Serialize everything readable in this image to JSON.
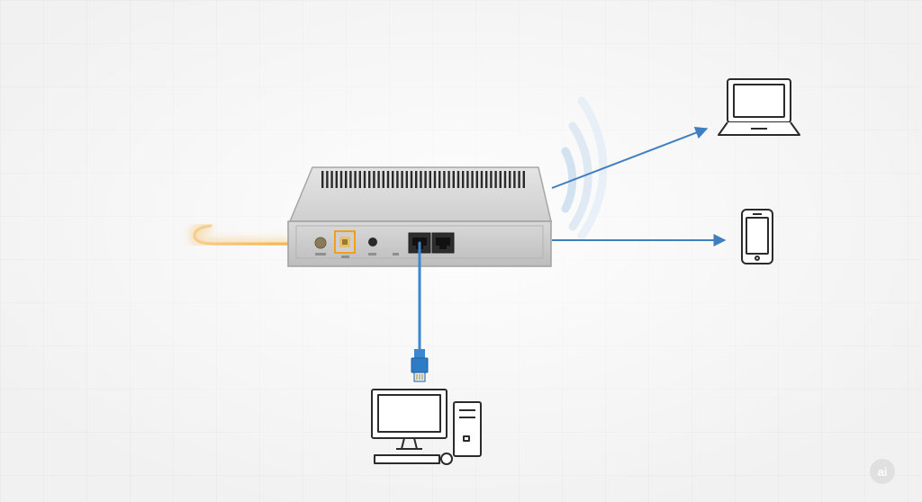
{
  "diagram": {
    "title": "",
    "nodes": [
      {
        "id": "router",
        "kind": "router",
        "icon": "router-icon"
      },
      {
        "id": "laptop",
        "kind": "laptop",
        "icon": "laptop-icon"
      },
      {
        "id": "phone",
        "kind": "smartphone",
        "icon": "smartphone-icon"
      },
      {
        "id": "desktop",
        "kind": "desktop-computer",
        "icon": "desktop-computer-icon"
      }
    ],
    "links": [
      {
        "from": "router",
        "to": "laptop",
        "type": "wireless"
      },
      {
        "from": "router",
        "to": "phone",
        "type": "wireless"
      },
      {
        "from": "router",
        "to": "desktop",
        "type": "ethernet"
      },
      {
        "from": "wan",
        "to": "router",
        "type": "fiber-input"
      }
    ],
    "ports": [
      "power",
      "fiber",
      "button",
      "lan-1",
      "lan-2"
    ]
  },
  "colors": {
    "background": "#f1f1f1",
    "device": "#d4d4d4",
    "outline": "#2b2b2b",
    "wireless": "#3f7fbf",
    "ethernet": "#3b86d0",
    "fiber": "#f5a623"
  },
  "watermark": {
    "text": "ai"
  }
}
